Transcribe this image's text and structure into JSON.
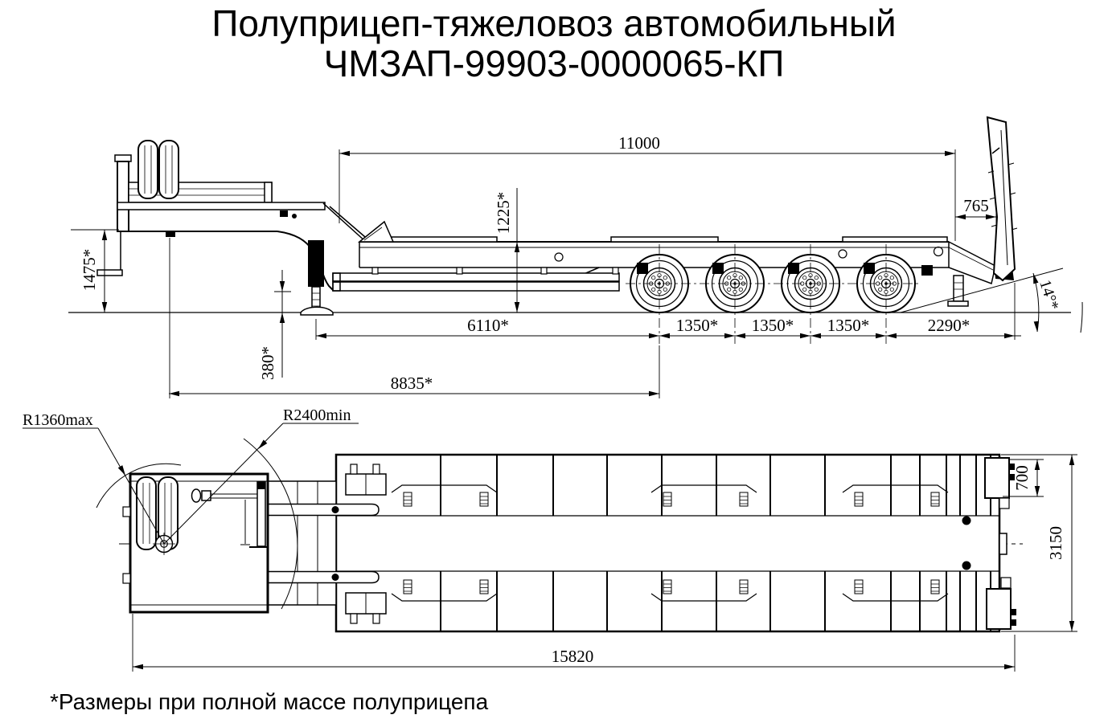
{
  "title": {
    "line1": "Полуприцеп-тяжеловоз автомобильный",
    "line2": "ЧМЗАП-99903-0000065-КП"
  },
  "footnote": "*Размеры при полной массе полуприцепа",
  "side_view": {
    "dim_overall_deck_length": "11000",
    "dim_rear_platform": "765",
    "dim_loading_height": "1225*",
    "dim_gooseneck_height": "1475*",
    "dim_ground_clearance": "380*",
    "dim_leg_to_first_axle": "6110*",
    "dim_axle_spacing": "1350*",
    "dim_rear_overhang": "2290*",
    "dim_kingpin_to_first_axle": "8835*",
    "angle_ramp": "14°*"
  },
  "plan_view": {
    "radius_max_swing": "R1360max",
    "radius_min_turn": "R2400min",
    "dim_rear_step": "700",
    "dim_overall_width": "3150",
    "dim_overall_length": "15820"
  },
  "colors": {
    "line": "#000000",
    "background": "#ffffff"
  }
}
